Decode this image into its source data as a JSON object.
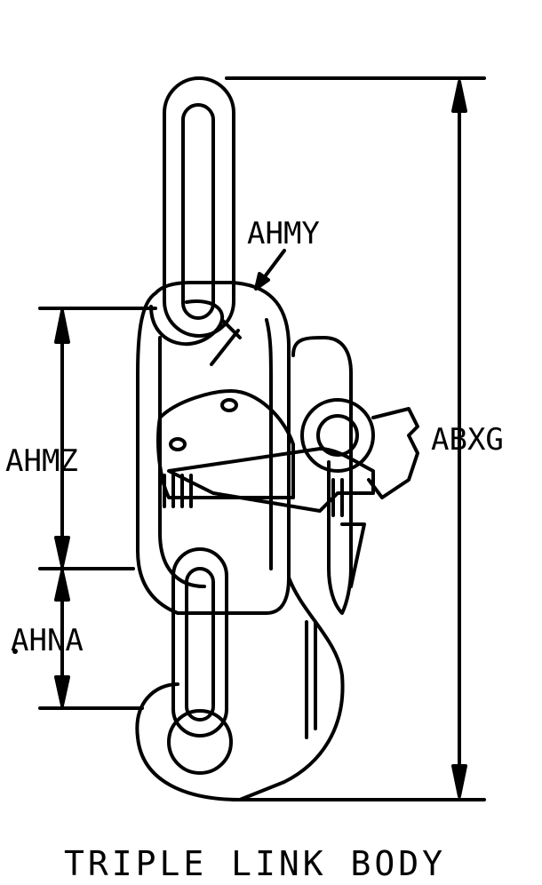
{
  "title": "TRIPLE LINK BODY",
  "labels": {
    "ahmy": "AHMY",
    "ahmz": "AHMZ",
    "ahna": "AHNA",
    "abxg": "ABXG"
  },
  "colors": {
    "ink": "#000000",
    "background": "#ffffff"
  }
}
